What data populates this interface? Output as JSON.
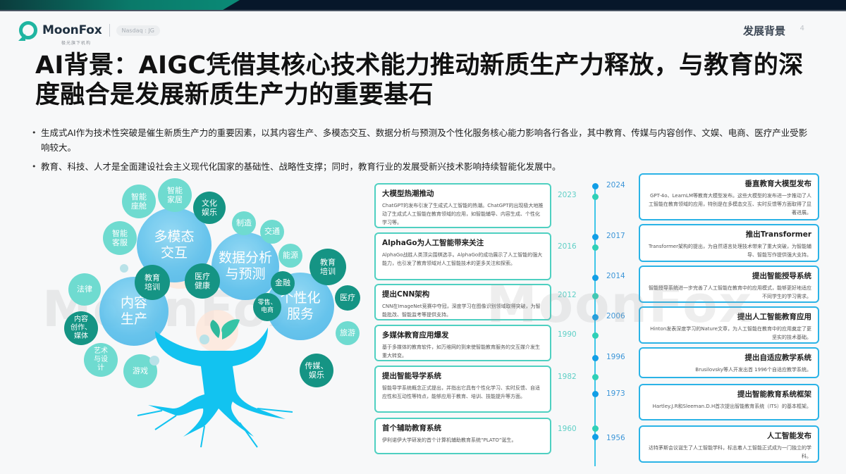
{
  "header": {
    "brand": "MoonFox",
    "brand_sub": "极光旗下机构",
    "exchange_badge": "Nasdaq : JG",
    "section": "发展背景",
    "page_number": "4"
  },
  "title": "AI背景：AIGC凭借其核心技术能力推动新质生产力释放，与教育的深度融合是发展新质生产力的重要基石",
  "bullets": [
    "生成式AI作为技术性突破是催生新质生产力的重要因素，以其内容生产、多模态交互、数据分析与预测及个性化服务核心能力影响各行各业，其中教育、传媒与内容创作、文娱、电商、医疗产业受影响较大。",
    "教育、科技、人才是全面建设社会主义现代化国家的基础性、战略性支撑；同时，教育行业的发展受新兴技术影响持续智能化发展中。"
  ],
  "diagram": {
    "core_bubbles": [
      {
        "label": "多模态\n交互"
      },
      {
        "label": "数据分析\n与预测"
      },
      {
        "label": "内容\n生产"
      },
      {
        "label": "个性化\n服务"
      }
    ],
    "sub_bubbles": [
      {
        "label": "智能\n座舱",
        "tone": "light"
      },
      {
        "label": "智能\n家居",
        "tone": "light"
      },
      {
        "label": "文化\n娱乐",
        "tone": "dark"
      },
      {
        "label": "智能\n客服",
        "tone": "light"
      },
      {
        "label": "制造",
        "tone": "light"
      },
      {
        "label": "交通",
        "tone": "light"
      },
      {
        "label": "能源",
        "tone": "light"
      },
      {
        "label": "教育\n培训",
        "tone": "dark"
      },
      {
        "label": "教育\n培训",
        "tone": "dark"
      },
      {
        "label": "医疗\n健康",
        "tone": "dark"
      },
      {
        "label": "金融",
        "tone": "dark"
      },
      {
        "label": "医疗",
        "tone": "dark"
      },
      {
        "label": "零售、\n电商",
        "tone": "dark"
      },
      {
        "label": "法律",
        "tone": "light"
      },
      {
        "label": "内容\n创作、\n媒体",
        "tone": "dark"
      },
      {
        "label": "旅游",
        "tone": "light"
      },
      {
        "label": "艺术\n与设\n计",
        "tone": "light"
      },
      {
        "label": "游戏",
        "tone": "light"
      },
      {
        "label": "传媒、\n娱乐",
        "tone": "dark"
      }
    ],
    "watermark": "MoonFox"
  },
  "timeline": {
    "left": [
      {
        "year": "2023",
        "title": "大模型热潮推动",
        "desc": "ChatGPT的发布引发了生成式人工智能的热潮。ChatGPT的出现极大地推动了生成式人工智能在教育领域的应用，如智能辅导、内容生成、个性化学习等。"
      },
      {
        "year": "2016",
        "title": "AlphaGo为人工智能带来关注",
        "desc": "AlphaGo战胜人类顶尖围棋选手。AlphaGo的成功展示了人工智能的强大能力，也引发了教育领域对人工智能技术的更多关注和探索。"
      },
      {
        "year": "2012",
        "title": "提出CNN架构",
        "desc": "CNN在ImageNet竞赛中夺冠，深度学习在图像识别领域取得突破，为智能批改、智能监考等提供支持。"
      },
      {
        "year": "1990",
        "title": "多媒体教育应用爆发",
        "desc": "基于多媒体的教育软件，如万维网的到来使智能教育服务的交互媒介发生重大转变。"
      },
      {
        "year": "1982",
        "title": "提出智能导学系统",
        "desc": "智能导学系统概念正式提出，并指出它具有个性化学习、实时反馈、自适应性和互动性等特点，能够应用于教育、培训、技能提升等方面。"
      },
      {
        "year": "1960",
        "title": "首个辅助教育系统",
        "desc": "伊利诺伊大学研发的首个计算机辅助教育系统“PLATO”诞生。"
      }
    ],
    "right": [
      {
        "year": "2024",
        "title": "垂直教育大模型发布",
        "desc": "GPT-4o、LearnLM等教育大模型发布。这些大模型的发布进一步推动了人工智能在教育领域的应用，特别是在多模态交互、实时反馈等方面取得了显著进展。"
      },
      {
        "year": "2017",
        "title": "推出Transformer",
        "desc": "Transformer架构的提出，为自然语言处理技术带来了重大突破，为智能辅导、智能写作提供强大支持。"
      },
      {
        "year": "2014",
        "title": "提出智能授导系统",
        "desc": "智能授导系统进一步完善了人工智能在教育中的应用模式，能够更好地适应不同学生的学习需求。"
      },
      {
        "year": "2006",
        "title": "提出人工智能教育应用",
        "desc": "Hinton发表深度学习的Nature文章，为人工智能在教育中的应用奠定了更坚实的技术基础。"
      },
      {
        "year": "1996",
        "title": "提出自适应教学系统",
        "desc": "Brusilovsky等人开发出首 1996个自适应教学系统。"
      },
      {
        "year": "1973",
        "title": "提出智能教育系统框架",
        "desc": "Hartley.J.R和Sleeman.D.H首次提出智能教育系统（ITS）的基本框架。"
      },
      {
        "year": "1956",
        "title": "人工智能发布",
        "desc": "达特茅斯会议诞生了人工智能学科，标志着人工智能正式成为一门独立的学科。"
      }
    ]
  },
  "colors": {
    "topbar": "#07172a",
    "brand_teal": "#1fb5a1",
    "bubble_blue": "#5cc0ec",
    "bubble_light": "#6fdbd0",
    "bubble_dark": "#159484",
    "timeline_line": "#3ec6e8",
    "card_left_border": "#4fd0c1",
    "card_right_border": "#2bb3e6"
  }
}
